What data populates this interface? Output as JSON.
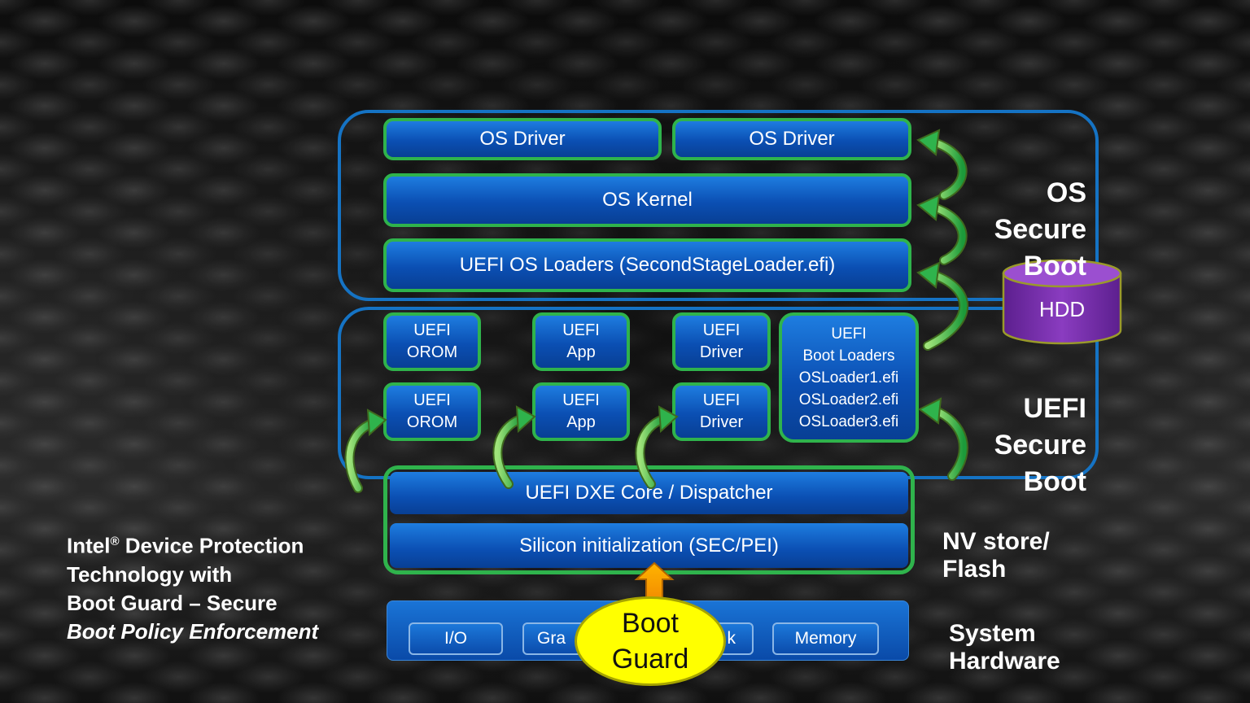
{
  "os_region": {
    "os_drivers": [
      "OS Driver",
      "OS Driver"
    ],
    "kernel": "OS Kernel",
    "loaders": "UEFI OS Loaders (SecondStageLoader.efi)",
    "label": "OS\nSecure\nBoot"
  },
  "hdd": {
    "label": "HDD"
  },
  "uefi_region": {
    "row1": [
      "UEFI\nOROM",
      "UEFI\nApp",
      "UEFI\nDriver"
    ],
    "row2": [
      "UEFI\nOROM",
      "UEFI\nApp",
      "UEFI\nDriver"
    ],
    "boot_loaders": "UEFI\nBoot Loaders\nOSLoader1.efi\nOSLoader2.efi\nOSLoader3.efi",
    "label": "UEFI\nSecure\nBoot"
  },
  "flash": {
    "dxe": "UEFI DXE Core / Dispatcher",
    "silicon": "Silicon initialization (SEC/PEI)",
    "label": "NV store/\nFlash"
  },
  "hardware": {
    "chips": [
      "I/O",
      "Gra",
      "k",
      "Memory"
    ],
    "label": "System\nHardware"
  },
  "boot_guard": {
    "label": "Boot\nGuard"
  },
  "intel": {
    "line1_a": "Intel",
    "line1_reg": "®",
    "line1_b": " Device Protection",
    "line2": "Technology with",
    "line3": "Boot Guard – Secure",
    "line4": "Boot  Policy  Enforcement"
  },
  "colors": {
    "region_border": "#1573c4",
    "box_border": "#2fb34c",
    "box_fill": "#0b4fb3",
    "hdd_fill": "#7a2fa8",
    "boot_guard_fill": "#ffff00",
    "arrow": "#2fb34c"
  }
}
